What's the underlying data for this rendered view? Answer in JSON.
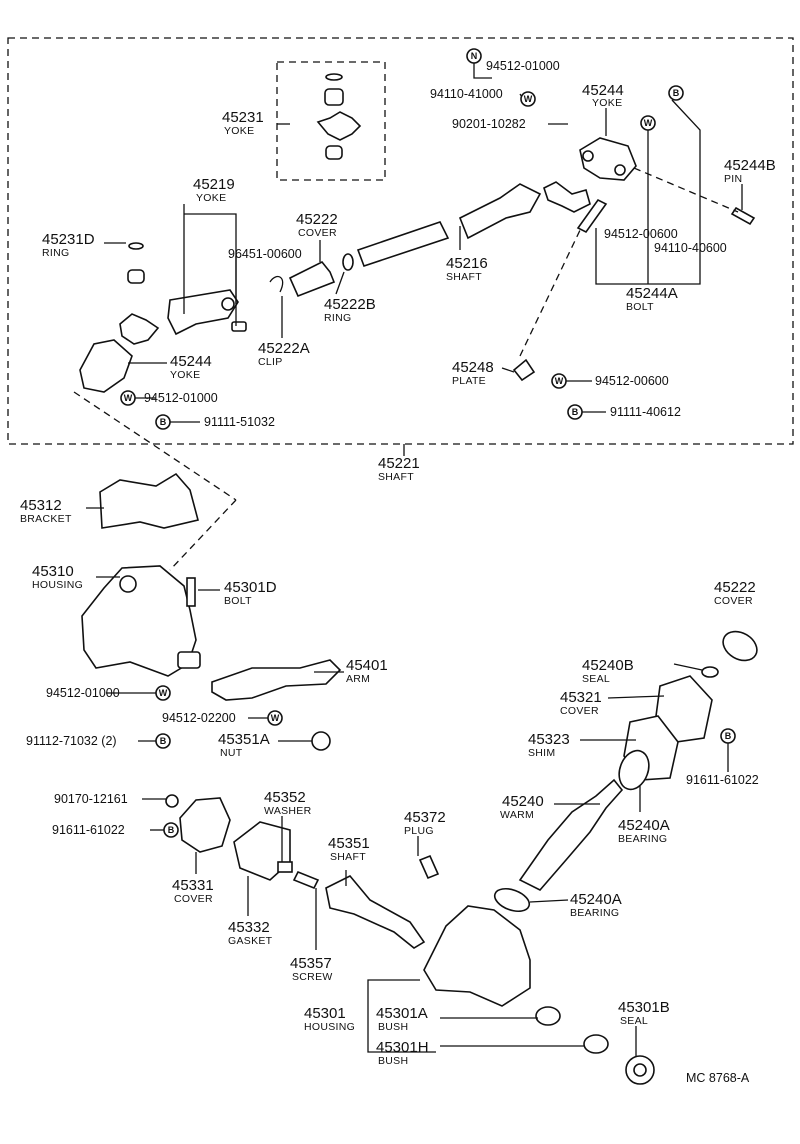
{
  "labels": {
    "p45231": "45231",
    "n45231": "YOKE",
    "p94512a": "94512-01000",
    "p94110a": "94110-41000",
    "p45244t": "45244",
    "n45244t": "YOKE",
    "p90201": "90201-10282",
    "p45244b": "45244B",
    "n45244b": "PIN",
    "p45219": "45219",
    "n45219": "YOKE",
    "p45222t": "45222",
    "n45222t": "COVER",
    "p96451": "96451-00600",
    "p45231d": "45231D",
    "n45231d": "RING",
    "p45216": "45216",
    "n45216": "SHAFT",
    "p94512b": "94512-00600",
    "p94110b": "94110-40600",
    "p45244a": "45244A",
    "n45244a": "BOLT",
    "p45222b": "45222B",
    "n45222b": "RING",
    "p45222a": "45222A",
    "n45222a": "CLIP",
    "p45244l": "45244",
    "n45244l": "YOKE",
    "p94512c": "94512-01000",
    "p91111a": "91111-51032",
    "p45248": "45248",
    "n45248": "PLATE",
    "p94512d": "94512-00600",
    "p91111b": "91111-40612",
    "p45221": "45221",
    "n45221": "SHAFT",
    "p45312": "45312",
    "n45312": "BRACKET",
    "p45310": "45310",
    "n45310": "HOUSING",
    "p45301d": "45301D",
    "n45301d": "BOLT",
    "p45222r": "45222",
    "n45222r": "COVER",
    "p45401": "45401",
    "n45401": "ARM",
    "p45240b": "45240B",
    "n45240b": "SEAL",
    "p94512e": "94512-01000",
    "p45321": "45321",
    "n45321": "COVER",
    "p94512f": "94512-02200",
    "p91112": "91112-71032 (2)",
    "p45351a": "45351A",
    "n45351a": "NUT",
    "p45323": "45323",
    "n45323": "SHIM",
    "p91611a": "91611-61022",
    "p45352": "45352",
    "n45352": "WASHER",
    "p45240": "45240",
    "n45240": "WARM",
    "p90170": "90170-12161",
    "p45372": "45372",
    "n45372": "PLUG",
    "p45240a1": "45240A",
    "n45240a1": "BEARING",
    "p91611b": "91611-61022",
    "p45351": "45351",
    "n45351": "SHAFT",
    "p45331": "45331",
    "n45331": "COVER",
    "p45240a2": "45240A",
    "n45240a2": "BEARING",
    "p45332": "45332",
    "n45332": "GASKET",
    "p45357": "45357",
    "n45357": "SCREW",
    "p45301": "45301",
    "n45301": "HOUSING",
    "p45301a": "45301A",
    "n45301a": "BUSH",
    "p45301b": "45301B",
    "n45301b": "SEAL",
    "p45301h": "45301H",
    "n45301h": "BUSH",
    "code": "MC  8768-A"
  },
  "symbols": {
    "washer": "W",
    "bolt": "B",
    "nut": "N"
  }
}
